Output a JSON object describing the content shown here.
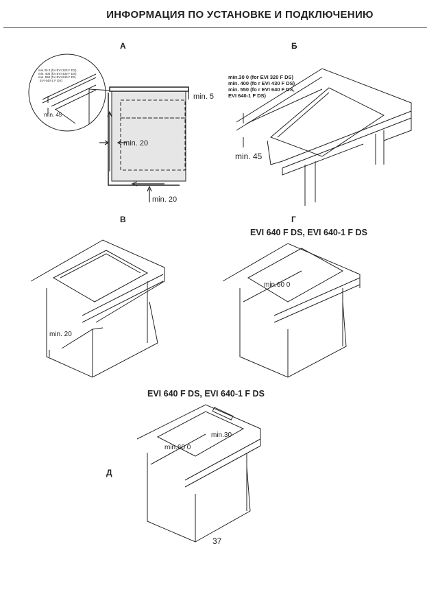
{
  "header": {
    "title": "ИНФОРМАЦИЯ ПО УСТАНОВКЕ И ПОДКЛЮЧЕНИЮ"
  },
  "figures": {
    "a": {
      "label": "А",
      "detail": [
        "min.30 0 (for EVI 320 F DS)",
        "min. 400 (for EVI 430 F DS)",
        "min. 550 (for EVI 640 F DS,",
        "EVI 640-1 F DS)"
      ],
      "detail_min45": "min. 45",
      "min5": "min. 5",
      "min20_side": "min. 20",
      "min20_bottom": "min. 20"
    },
    "b": {
      "label": "Б",
      "notes": [
        "min.30 0 (for  EVI 320 F DS)",
        "min.  400 (fo r EVI 430 F DS)",
        "min.  550 (fo r EVI 640 F DS,",
        "EVI 640-1 F DS)"
      ],
      "min45": "min. 45"
    },
    "v": {
      "label": "В",
      "min20": "min. 20"
    },
    "g": {
      "label": "Г",
      "models": "EVI 640 F DS, EVI 640-1 F DS",
      "min600": "min.60 0"
    },
    "d": {
      "label": "Д",
      "models": "EVI 640 F DS, EVI 640-1 F DS",
      "min600": "min.60 0",
      "min30": "min.30"
    }
  },
  "footer": {
    "page": "37"
  }
}
